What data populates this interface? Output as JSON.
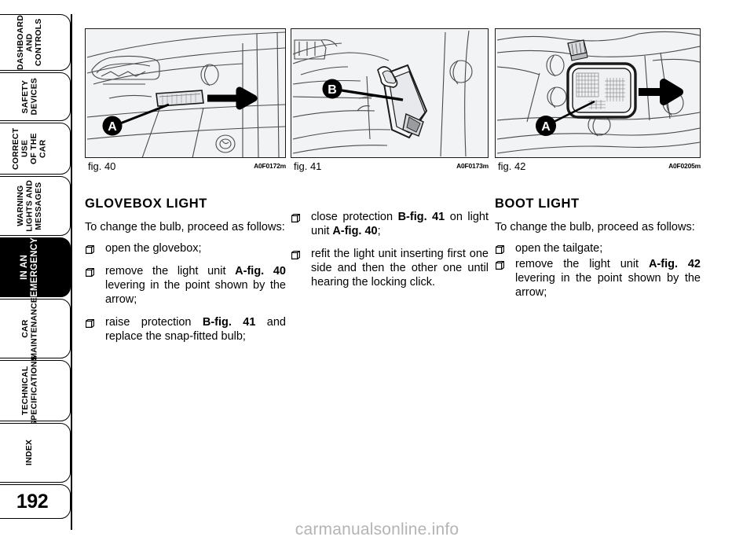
{
  "page": {
    "number": "192",
    "watermark": "carmanualsonline.info"
  },
  "sidebar": {
    "tabs": [
      {
        "label": "DASHBOARD\nAND\nCONTROLS",
        "active": false
      },
      {
        "label": "SAFETY\nDEVICES",
        "active": false
      },
      {
        "label": "CORRECT USE\nOF THE CAR",
        "active": false
      },
      {
        "label": "WARNING\nLIGHTS AND\nMESSAGES",
        "active": false
      },
      {
        "label": "IN AN\nEMERGENCY",
        "active": true
      },
      {
        "label": "CAR\nMAINTENANCE",
        "active": false
      },
      {
        "label": "TECHNICAL\nSPECIFICATIONS",
        "active": false
      },
      {
        "label": "INDEX",
        "active": false
      }
    ]
  },
  "figures": [
    {
      "caption": "fig. 40",
      "code": "A0F0172m",
      "callout": "A",
      "alt": "glovebox light unit location with arrow"
    },
    {
      "caption": "fig. 41",
      "code": "A0F0173m",
      "callout": "B",
      "alt": "glovebox light unit removed with protection"
    },
    {
      "caption": "fig. 42",
      "code": "A0F0205m",
      "callout": "A",
      "alt": "boot light unit location with arrow"
    }
  ],
  "columns": {
    "one": {
      "heading": "GLOVEBOX LIGHT",
      "lead": "To change the bulb, proceed as follows:",
      "items": [
        {
          "parts": [
            {
              "t": "open the glovebox;",
              "b": false
            }
          ]
        },
        {
          "parts": [
            {
              "t": "remove the light unit ",
              "b": false
            },
            {
              "t": "A-fig. 40",
              "b": true
            },
            {
              "t": " levering in the point shown by the arrow;",
              "b": false
            }
          ]
        },
        {
          "parts": [
            {
              "t": "raise protection ",
              "b": false
            },
            {
              "t": "B-fig. 41",
              "b": true
            },
            {
              "t": " and replace the snap-fitted bulb;",
              "b": false
            }
          ]
        }
      ]
    },
    "two": {
      "items": [
        {
          "parts": [
            {
              "t": "close protection ",
              "b": false
            },
            {
              "t": "B-fig. 41",
              "b": true
            },
            {
              "t": " on light unit ",
              "b": false
            },
            {
              "t": "A-fig. 40",
              "b": true
            },
            {
              "t": ";",
              "b": false
            }
          ]
        },
        {
          "parts": [
            {
              "t": "refit the light unit inserting first one side and then the other one until hearing the locking click.",
              "b": false
            }
          ]
        }
      ]
    },
    "three": {
      "heading": "BOOT LIGHT",
      "lead": "To change the bulb, proceed as follows:",
      "items": [
        {
          "parts": [
            {
              "t": "open the tailgate;",
              "b": false
            }
          ]
        },
        {
          "parts": [
            {
              "t": "remove the light unit ",
              "b": false
            },
            {
              "t": "A-fig. 42",
              "b": true
            },
            {
              "t": " levering in the point shown by the arrow;",
              "b": false
            }
          ]
        }
      ]
    }
  }
}
